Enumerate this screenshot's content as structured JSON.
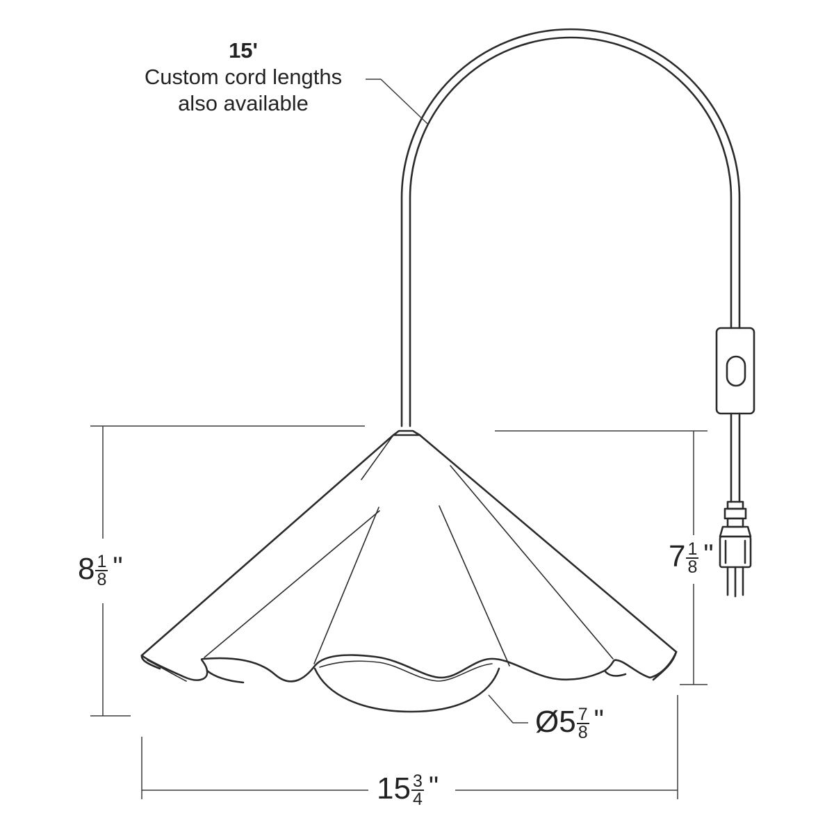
{
  "cord": {
    "length": "15'",
    "note_line1": "Custom cord lengths",
    "note_line2": "also available"
  },
  "dimensions": {
    "height_total": {
      "whole": "8",
      "num": "1",
      "den": "8",
      "unit": "\""
    },
    "height_shade": {
      "whole": "7",
      "num": "1",
      "den": "8",
      "unit": "\""
    },
    "diameter_diffuser": {
      "whole": "Ø5",
      "num": "7",
      "den": "8",
      "unit": "\""
    },
    "width": {
      "whole": "15",
      "num": "3",
      "den": "4",
      "unit": "\""
    }
  },
  "colors": {
    "line": "#2a2a2a",
    "background": "#ffffff"
  }
}
